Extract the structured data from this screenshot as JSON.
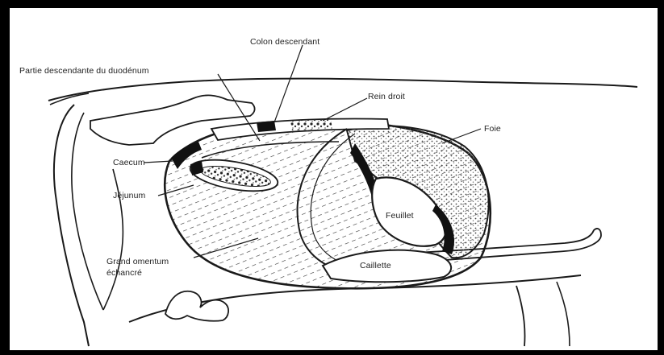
{
  "labels": {
    "colon_descendant": "Colon descendant",
    "partie_descendante": "Partie descendante du duodénum",
    "rein_droit": "Rein droit",
    "foie": "Foie",
    "caecum": "Caecum",
    "jejunum": "Jéjunum",
    "feuillet": "Feuillet",
    "grand_omentum_line1": "Grand omentum",
    "grand_omentum_line2": "échancré",
    "caillette": "Caillette"
  },
  "colors": {
    "ink": "#1a1a1a",
    "background": "#ffffff",
    "frame": "#000000"
  }
}
